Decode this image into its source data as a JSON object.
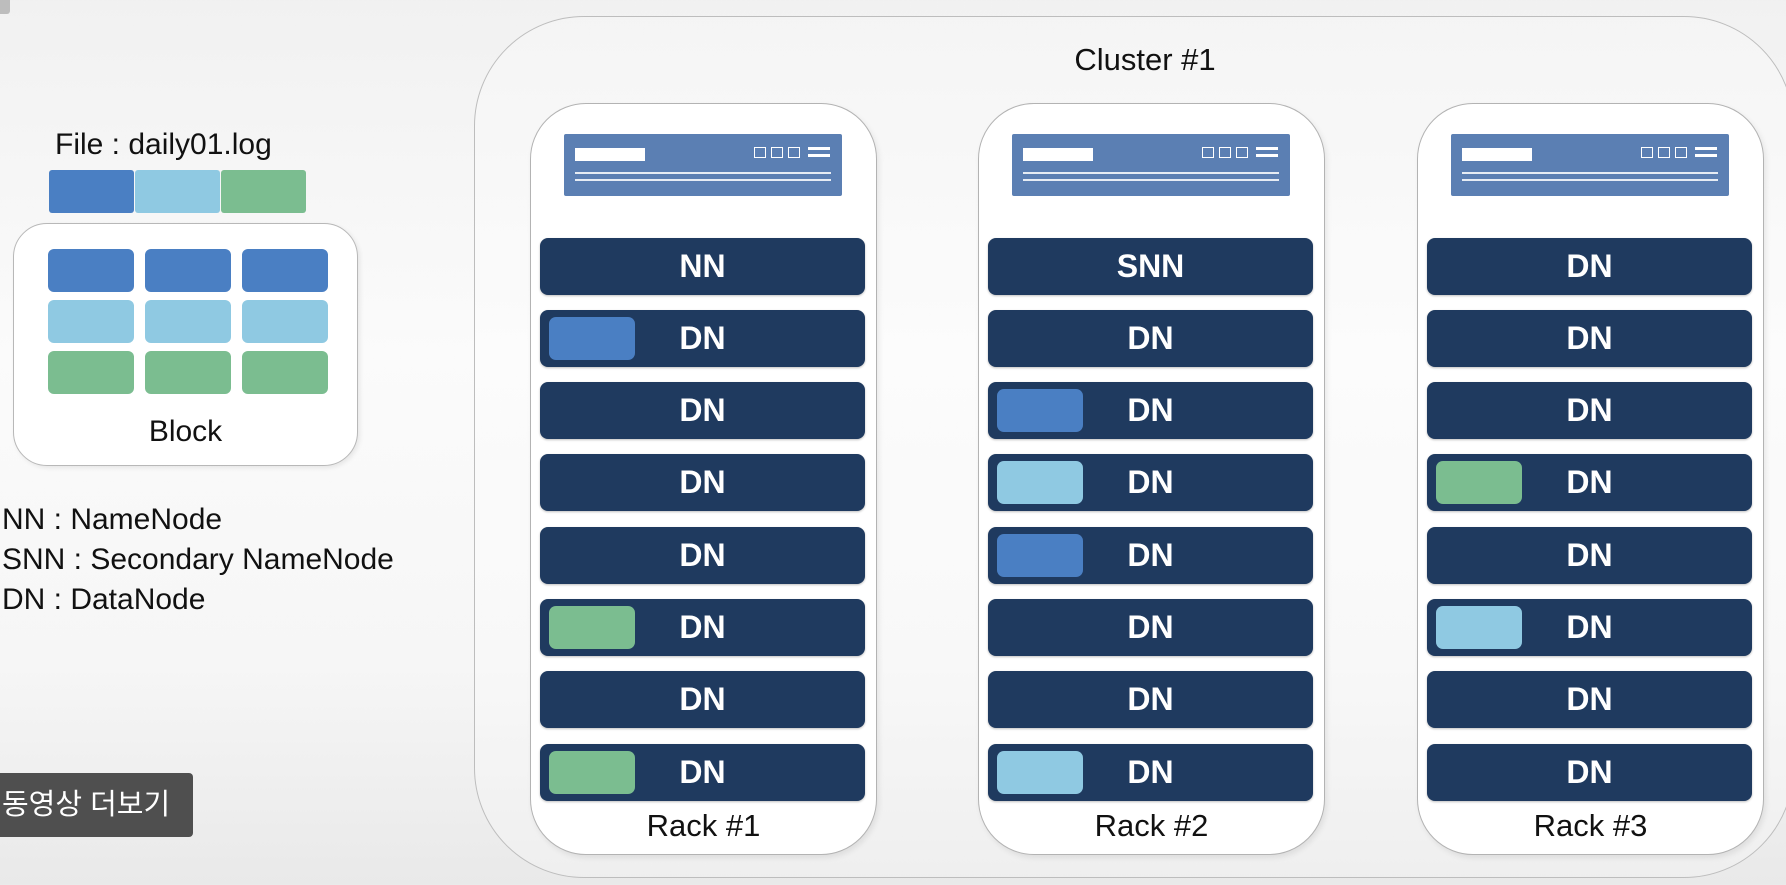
{
  "colors": {
    "block_blue": "#4a7fc3",
    "block_light_blue": "#8fc9e2",
    "block_green": "#7bbd90",
    "node_bg": "#1f3a5f",
    "rack_header": "#5b7fb3"
  },
  "file": {
    "title": "File : daily01.log",
    "blocks": [
      "blue",
      "light_blue",
      "green"
    ]
  },
  "block_panel": {
    "label": "Block",
    "grid": [
      "blue",
      "blue",
      "blue",
      "light_blue",
      "light_blue",
      "light_blue",
      "green",
      "green",
      "green"
    ]
  },
  "legend": [
    "NN : NameNode",
    "SNN : Secondary NameNode",
    "DN : DataNode"
  ],
  "overlay_button": {
    "label": "동영상 더보기"
  },
  "cluster": {
    "title": "Cluster #1",
    "racks": [
      {
        "label": "Rack #1",
        "nodes": [
          {
            "label": "NN",
            "block": null
          },
          {
            "label": "DN",
            "block": "blue"
          },
          {
            "label": "DN",
            "block": null
          },
          {
            "label": "DN",
            "block": null
          },
          {
            "label": "DN",
            "block": null
          },
          {
            "label": "DN",
            "block": "green"
          },
          {
            "label": "DN",
            "block": null
          },
          {
            "label": "DN",
            "block": "green"
          }
        ]
      },
      {
        "label": "Rack #2",
        "nodes": [
          {
            "label": "SNN",
            "block": null
          },
          {
            "label": "DN",
            "block": null
          },
          {
            "label": "DN",
            "block": "blue"
          },
          {
            "label": "DN",
            "block": "light_blue"
          },
          {
            "label": "DN",
            "block": "blue"
          },
          {
            "label": "DN",
            "block": null
          },
          {
            "label": "DN",
            "block": null
          },
          {
            "label": "DN",
            "block": "light_blue"
          }
        ]
      },
      {
        "label": "Rack #3",
        "nodes": [
          {
            "label": "DN",
            "block": null
          },
          {
            "label": "DN",
            "block": null
          },
          {
            "label": "DN",
            "block": null
          },
          {
            "label": "DN",
            "block": "green"
          },
          {
            "label": "DN",
            "block": null
          },
          {
            "label": "DN",
            "block": "light_blue"
          },
          {
            "label": "DN",
            "block": null
          },
          {
            "label": "DN",
            "block": null
          }
        ]
      }
    ]
  }
}
